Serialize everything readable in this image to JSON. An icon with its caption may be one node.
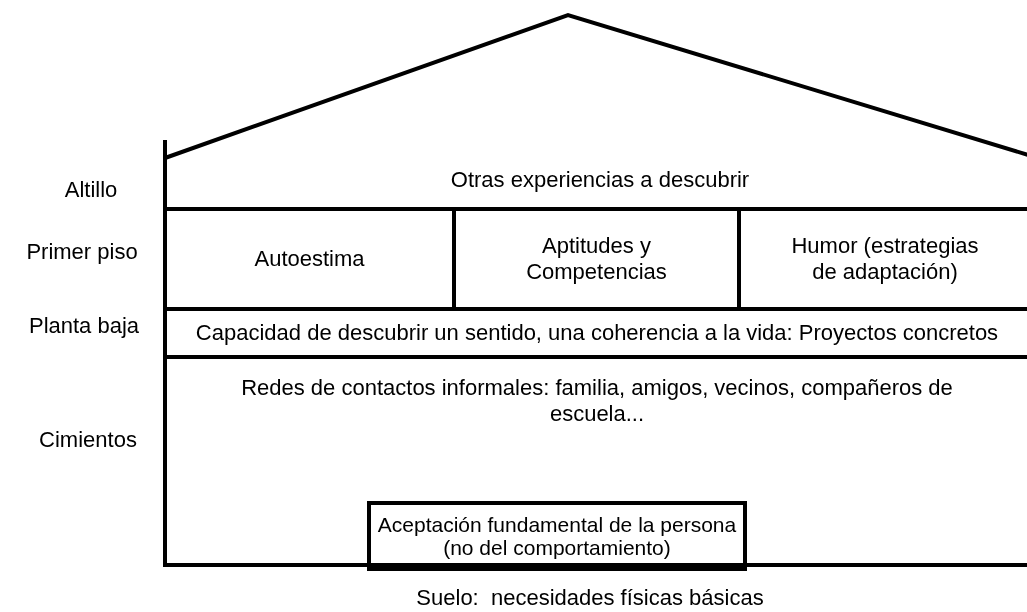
{
  "diagram": {
    "nodes": [
      {
        "text": [
          "Otras experiencias a descubrir"
        ]
      },
      {
        "text": [
          "Autoestima"
        ]
      },
      {
        "text": [
          "Aptitudes y Competencias"
        ]
      },
      {
        "text": [
          "Humor (estrategias de adaptación)"
        ]
      },
      {
        "text": [
          "Capacidad de descubrir un sentido, una coherencia a la vida: Proyectos concretos"
        ]
      },
      {
        "text": [
          "Redes de contactos informales: familia, amigos, vecinos, compañeros de escuela..."
        ]
      },
      {
        "text": [
          "Aceptación fundamental de la persona (no del comportamiento)"
        ],
        "in": 5
      }
    ],
    "edges": [],
    "labels": [
      "Altillo",
      "Primer piso",
      "Planta baja",
      "Cimientos",
      "Suelo:  necesidades físicas básicas"
    ]
  }
}
